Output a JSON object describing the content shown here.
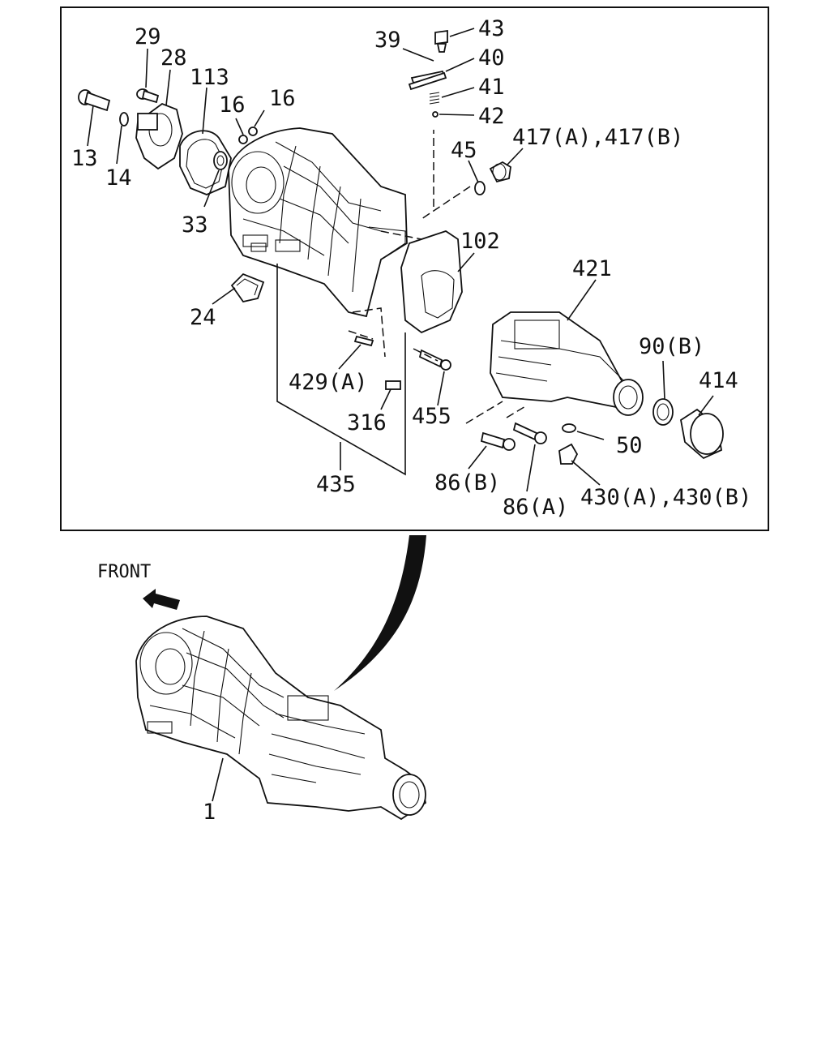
{
  "front_label": "FRONT",
  "callouts": [
    {
      "id": "29",
      "text": "29"
    },
    {
      "id": "28",
      "text": "28"
    },
    {
      "id": "113",
      "text": "113"
    },
    {
      "id": "16a",
      "text": "16"
    },
    {
      "id": "16b",
      "text": "16"
    },
    {
      "id": "13",
      "text": "13"
    },
    {
      "id": "14",
      "text": "14"
    },
    {
      "id": "33",
      "text": "33"
    },
    {
      "id": "24",
      "text": "24"
    },
    {
      "id": "39",
      "text": "39"
    },
    {
      "id": "43",
      "text": "43"
    },
    {
      "id": "40",
      "text": "40"
    },
    {
      "id": "41",
      "text": "41"
    },
    {
      "id": "42",
      "text": "42"
    },
    {
      "id": "417",
      "text": "417(A),417(B)"
    },
    {
      "id": "45",
      "text": "45"
    },
    {
      "id": "102",
      "text": "102"
    },
    {
      "id": "421",
      "text": "421"
    },
    {
      "id": "90b",
      "text": "90(B)"
    },
    {
      "id": "414",
      "text": "414"
    },
    {
      "id": "429a",
      "text": "429(A)"
    },
    {
      "id": "316",
      "text": "316"
    },
    {
      "id": "455",
      "text": "455"
    },
    {
      "id": "435",
      "text": "435"
    },
    {
      "id": "86b",
      "text": "86(B)"
    },
    {
      "id": "86a",
      "text": "86(A)"
    },
    {
      "id": "50",
      "text": "50"
    },
    {
      "id": "430",
      "text": "430(A),430(B)"
    },
    {
      "id": "1",
      "text": "1"
    }
  ]
}
